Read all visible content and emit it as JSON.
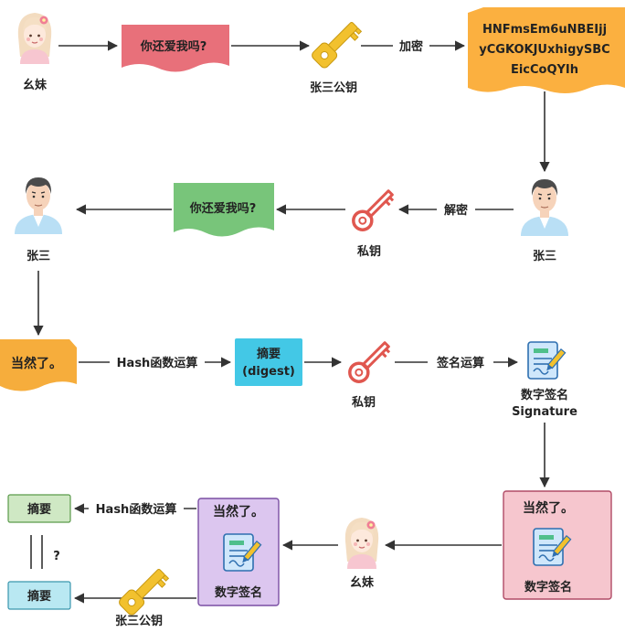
{
  "colors": {
    "red_note": "#e8707a",
    "orange_note": "#fbb040",
    "green_note": "#78c57a",
    "amber_note": "#f6ad3c",
    "cyan_box": "#43c8e6",
    "purple_card": "#dcc6ef",
    "pink_card": "#f6c6ce",
    "green_box": "#cfe8c4",
    "blue_box": "#b9e8f2",
    "key_gold": "#f2c12e",
    "key_red": "#e0574f",
    "arrow": "#333333"
  },
  "nodes": {
    "yaomei_top": {
      "label": "幺妹",
      "icon": "girl-avatar-icon"
    },
    "message_red": {
      "text": "你还爱我吗?"
    },
    "public_key_top": {
      "label": "张三公钥",
      "icon": "gold-key-icon"
    },
    "encrypt_edge": {
      "label": "加密"
    },
    "ciphertext": {
      "lines": [
        "HNFmsEm6uNBEIjj",
        "yCGKOKJUxhigySBC",
        "EicCoQYIh"
      ]
    },
    "zhangsan_right": {
      "label": "张三",
      "icon": "man-avatar-icon"
    },
    "decrypt_edge": {
      "label": "解密"
    },
    "private_key_mid": {
      "label": "私钥",
      "icon": "red-key-icon"
    },
    "message_green": {
      "text": "你还爱我吗?"
    },
    "zhangsan_left": {
      "label": "张三",
      "icon": "man-avatar-icon"
    },
    "reply_note": {
      "text": "当然了。"
    },
    "hash_edge": {
      "label": "Hash函数运算"
    },
    "digest_box": {
      "line1": "摘要",
      "line2": "(digest)"
    },
    "private_key_low": {
      "label": "私钥",
      "icon": "red-key-icon"
    },
    "sign_edge": {
      "label": "签名运算"
    },
    "signature_doc": {
      "label1": "数字签名",
      "label2": "Signature",
      "icon": "document-pen-icon"
    },
    "pink_card": {
      "title": "当然了。",
      "sig_label": "数字签名",
      "icon": "document-pen-icon"
    },
    "yaomei_bottom": {
      "label": "幺妹",
      "icon": "girl-avatar-icon"
    },
    "purple_card": {
      "title": "当然了。",
      "sig_label": "数字签名",
      "icon": "document-pen-icon"
    },
    "hash_edge_bottom": {
      "label": "Hash函数运算"
    },
    "digest_top": {
      "text": "摘要"
    },
    "compare_mark": {
      "text": "?"
    },
    "digest_bottom": {
      "text": "摘要"
    },
    "public_key_bottom": {
      "label": "张三公钥",
      "icon": "gold-key-icon"
    }
  }
}
